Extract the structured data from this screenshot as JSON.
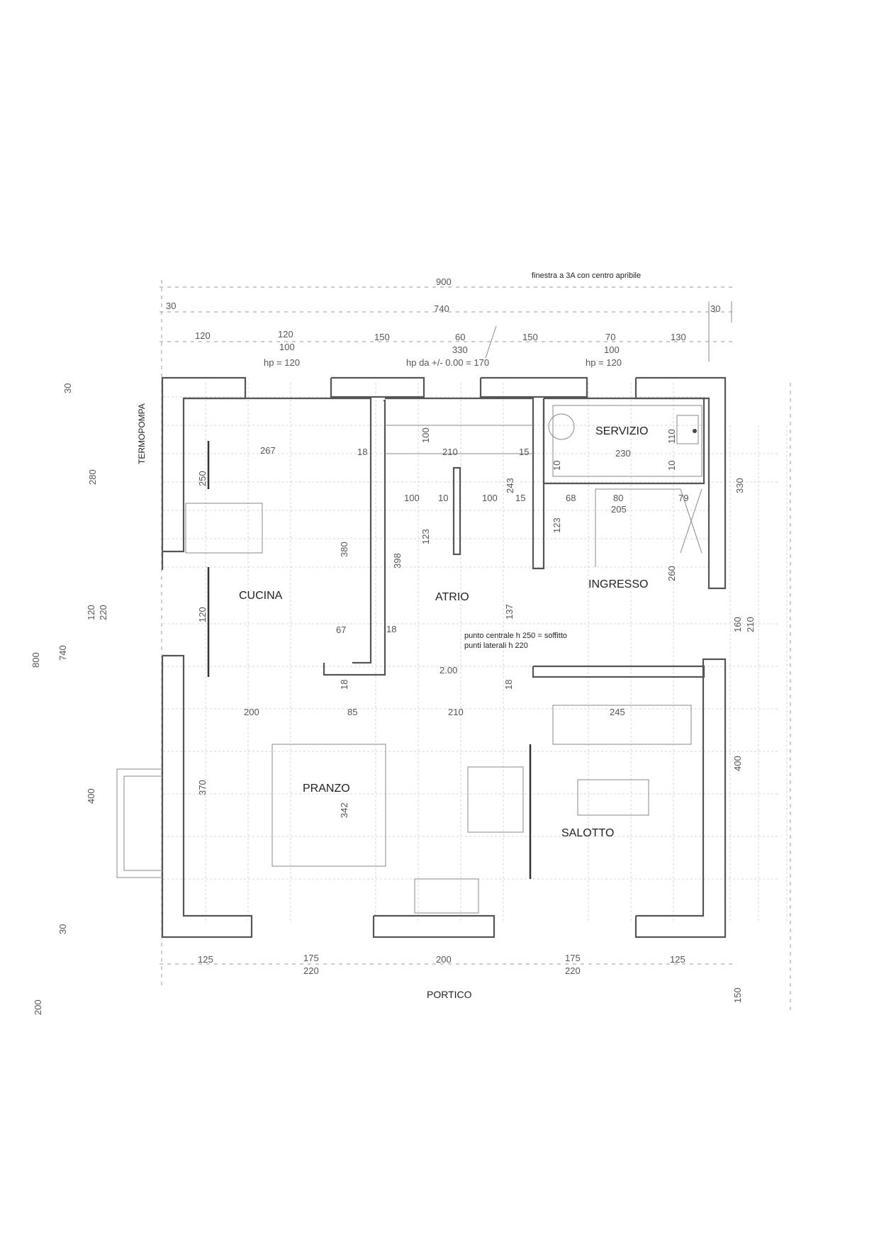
{
  "rooms": {
    "cucina": "CUCINA",
    "atrio": "ATRIO",
    "servizio": "SERVIZIO",
    "ingresso": "INGRESSO",
    "pranzo": "PRANZO",
    "salotto": "SALOTTO",
    "portico": "PORTICO",
    "termopompa": "TERMOPOMPA"
  },
  "notes": {
    "finestra": "finestra a 3A con centro apribile",
    "hp_left": "hp = 120",
    "hp_center": "hp da +/- 0.00 = 170",
    "hp_right": "hp = 120",
    "soffitto": "punto centrale h 250 = soffitto",
    "laterali": "punti laterali h 220"
  },
  "dims_top": {
    "total_900": "900",
    "left_30": "30",
    "total_740": "740",
    "right_30": "30",
    "seg_120a": "120",
    "seg_120b": "120",
    "seg_100a": "100",
    "seg_150a": "150",
    "seg_60": "60",
    "seg_330": "330",
    "seg_150b": "150",
    "seg_70": "70",
    "seg_100b": "100",
    "seg_130": "130"
  },
  "dims_left": {
    "d30a": "30",
    "d280": "280",
    "d120": "120",
    "d220": "220",
    "d800": "800",
    "d740": "740",
    "d400": "400",
    "d30b": "30",
    "d200": "200"
  },
  "dims_right": {
    "d330": "330",
    "d160": "160",
    "d210": "210",
    "d400": "400",
    "d150": "150"
  },
  "dims_bottom": {
    "b125a": "125",
    "b175a": "175",
    "b220a": "220",
    "b200": "200",
    "b175b": "175",
    "b220b": "220",
    "b125b": "125"
  },
  "dims_inner": {
    "i267": "267",
    "i18a": "18",
    "i250": "250",
    "i380": "380",
    "i120": "120",
    "i67": "67",
    "i100a": "100",
    "i210a": "210",
    "i15a": "15",
    "i243": "243",
    "i100b": "100",
    "i10a": "10",
    "i100c": "100",
    "i15b": "15",
    "i123a": "123",
    "i398": "398",
    "i137": "137",
    "i18b": "18",
    "i230": "230",
    "i110": "110",
    "i10b": "10",
    "i10c": "10",
    "i68": "68",
    "i80": "80",
    "i205": "205",
    "i79": "79",
    "i123b": "123",
    "i260": "260",
    "i210c": "2.00",
    "i18c": "18",
    "i18d": "18",
    "i200": "200",
    "i85": "85",
    "i210b": "210",
    "i245": "245",
    "i370": "370",
    "i342": "342"
  }
}
